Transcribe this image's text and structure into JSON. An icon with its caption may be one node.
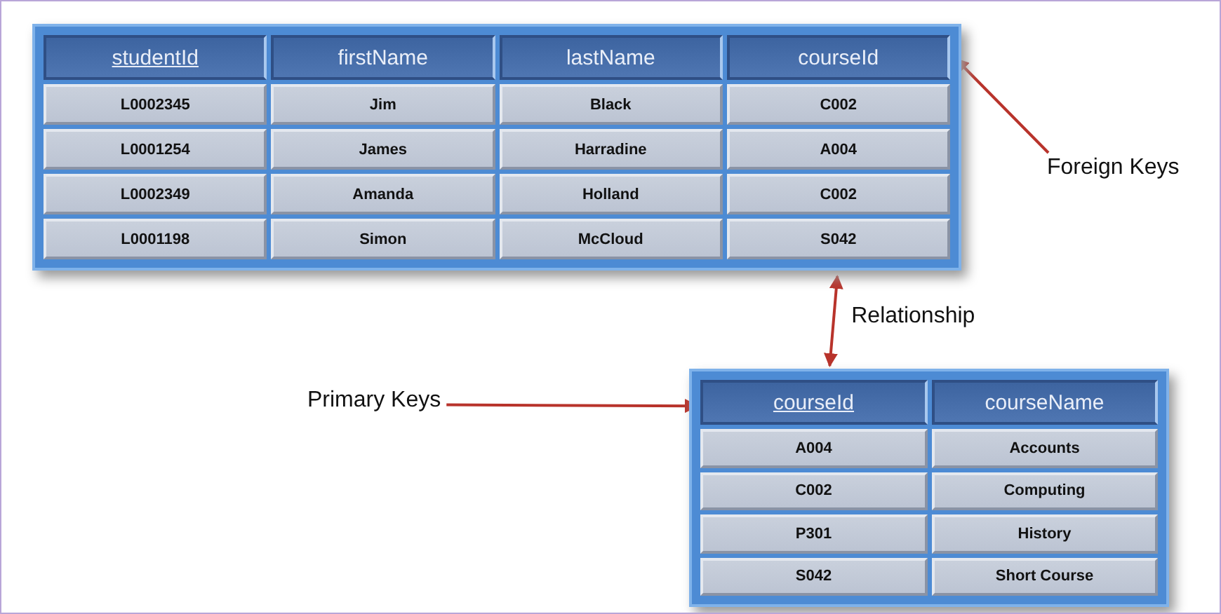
{
  "diagram": {
    "nodes": [
      {
        "text": [],
        "shape": "box"
      },
      {
        "text": [
          "studentId"
        ],
        "in": 0
      },
      {
        "text": [
          "firstName"
        ],
        "in": 0
      },
      {
        "text": [
          "lastName"
        ],
        "in": 0
      },
      {
        "text": [
          "courseId"
        ],
        "in": 0
      },
      {
        "text": [
          "L0002345"
        ],
        "in": 0
      },
      {
        "text": [
          "Jim"
        ],
        "in": 0
      },
      {
        "text": [
          "Black"
        ],
        "in": 0
      },
      {
        "text": [
          "C002"
        ],
        "in": 0
      },
      {
        "text": [
          "L0001254"
        ],
        "in": 0
      },
      {
        "text": [
          "James"
        ],
        "in": 0
      },
      {
        "text": [
          "Harradine"
        ],
        "in": 0
      },
      {
        "text": [
          "A004"
        ],
        "in": 0
      },
      {
        "text": [
          "L0002349"
        ],
        "in": 0
      },
      {
        "text": [
          "Amanda"
        ],
        "in": 0
      },
      {
        "text": [
          "Holland"
        ],
        "in": 0
      },
      {
        "text": [
          "C002"
        ],
        "in": 0
      },
      {
        "text": [
          "L0001198"
        ],
        "in": 0
      },
      {
        "text": [
          "Simon"
        ],
        "in": 0
      },
      {
        "text": [
          "McCloud"
        ],
        "in": 0
      },
      {
        "text": [
          "S042"
        ],
        "in": 0
      },
      {
        "text": [
          "Foreign Keys"
        ]
      },
      {
        "text": [
          "Primary Keys"
        ]
      },
      {
        "text": [],
        "shape": "box"
      },
      {
        "text": [
          "courseId"
        ],
        "in": 23
      },
      {
        "text": [
          "courseName"
        ],
        "in": 23
      },
      {
        "text": [
          "A004"
        ],
        "in": 23
      },
      {
        "text": [
          "Accounts"
        ],
        "in": 23
      },
      {
        "text": [
          "C002"
        ],
        "in": 23
      },
      {
        "text": [
          "Computing"
        ],
        "in": 23
      },
      {
        "text": [
          "P301"
        ],
        "in": 23
      },
      {
        "text": [
          "History"
        ],
        "in": 23
      },
      {
        "text": [
          "S042"
        ],
        "in": 23
      },
      {
        "text": [
          "Short Course"
        ],
        "in": 23
      }
    ],
    "edges": [
      {
        "from": 21,
        "to": 4,
        "arrow": "to"
      },
      {
        "from": 0,
        "to": 23,
        "arrow": "both",
        "label": "Relationship"
      },
      {
        "from": 22,
        "to": 24,
        "arrow": "to"
      }
    ]
  }
}
